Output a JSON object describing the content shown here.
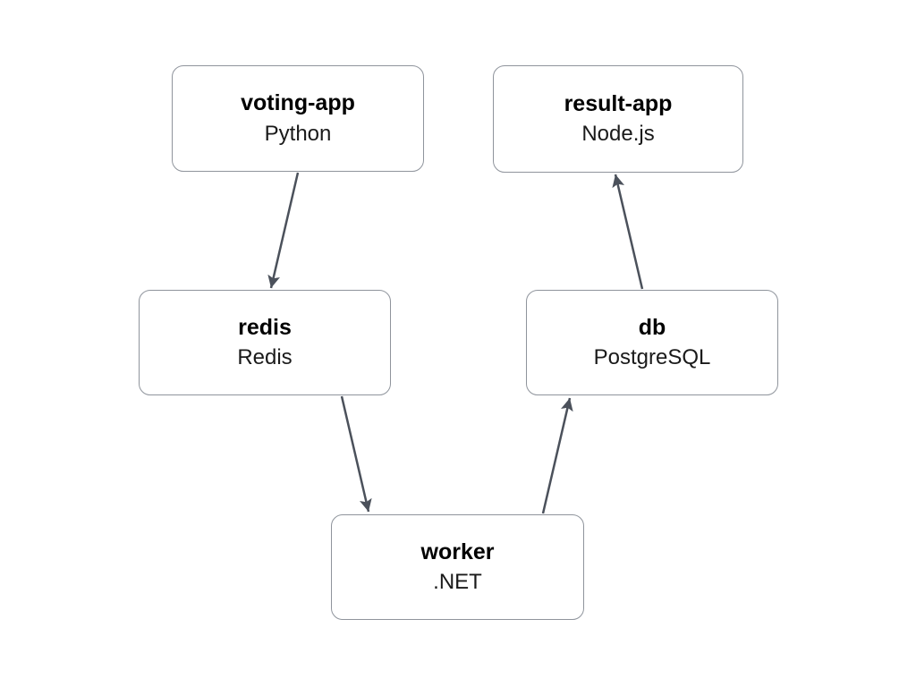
{
  "diagram": {
    "nodes": [
      {
        "id": "voting-app",
        "title": "voting-app",
        "subtitle": "Python"
      },
      {
        "id": "result-app",
        "title": "result-app",
        "subtitle": "Node.js"
      },
      {
        "id": "redis",
        "title": "redis",
        "subtitle": "Redis"
      },
      {
        "id": "db",
        "title": "db",
        "subtitle": "PostgreSQL"
      },
      {
        "id": "worker",
        "title": "worker",
        "subtitle": ".NET"
      }
    ],
    "edges": [
      {
        "from": "voting-app",
        "to": "redis"
      },
      {
        "from": "redis",
        "to": "worker"
      },
      {
        "from": "worker",
        "to": "db"
      },
      {
        "from": "db",
        "to": "result-app"
      }
    ],
    "colors": {
      "background": "#ffffff",
      "node_background": "#ffffff",
      "node_border": "#8f949c",
      "arrow": "#4b515b",
      "title_text": "#000000",
      "subtitle_text": "#1a1a1a"
    }
  }
}
